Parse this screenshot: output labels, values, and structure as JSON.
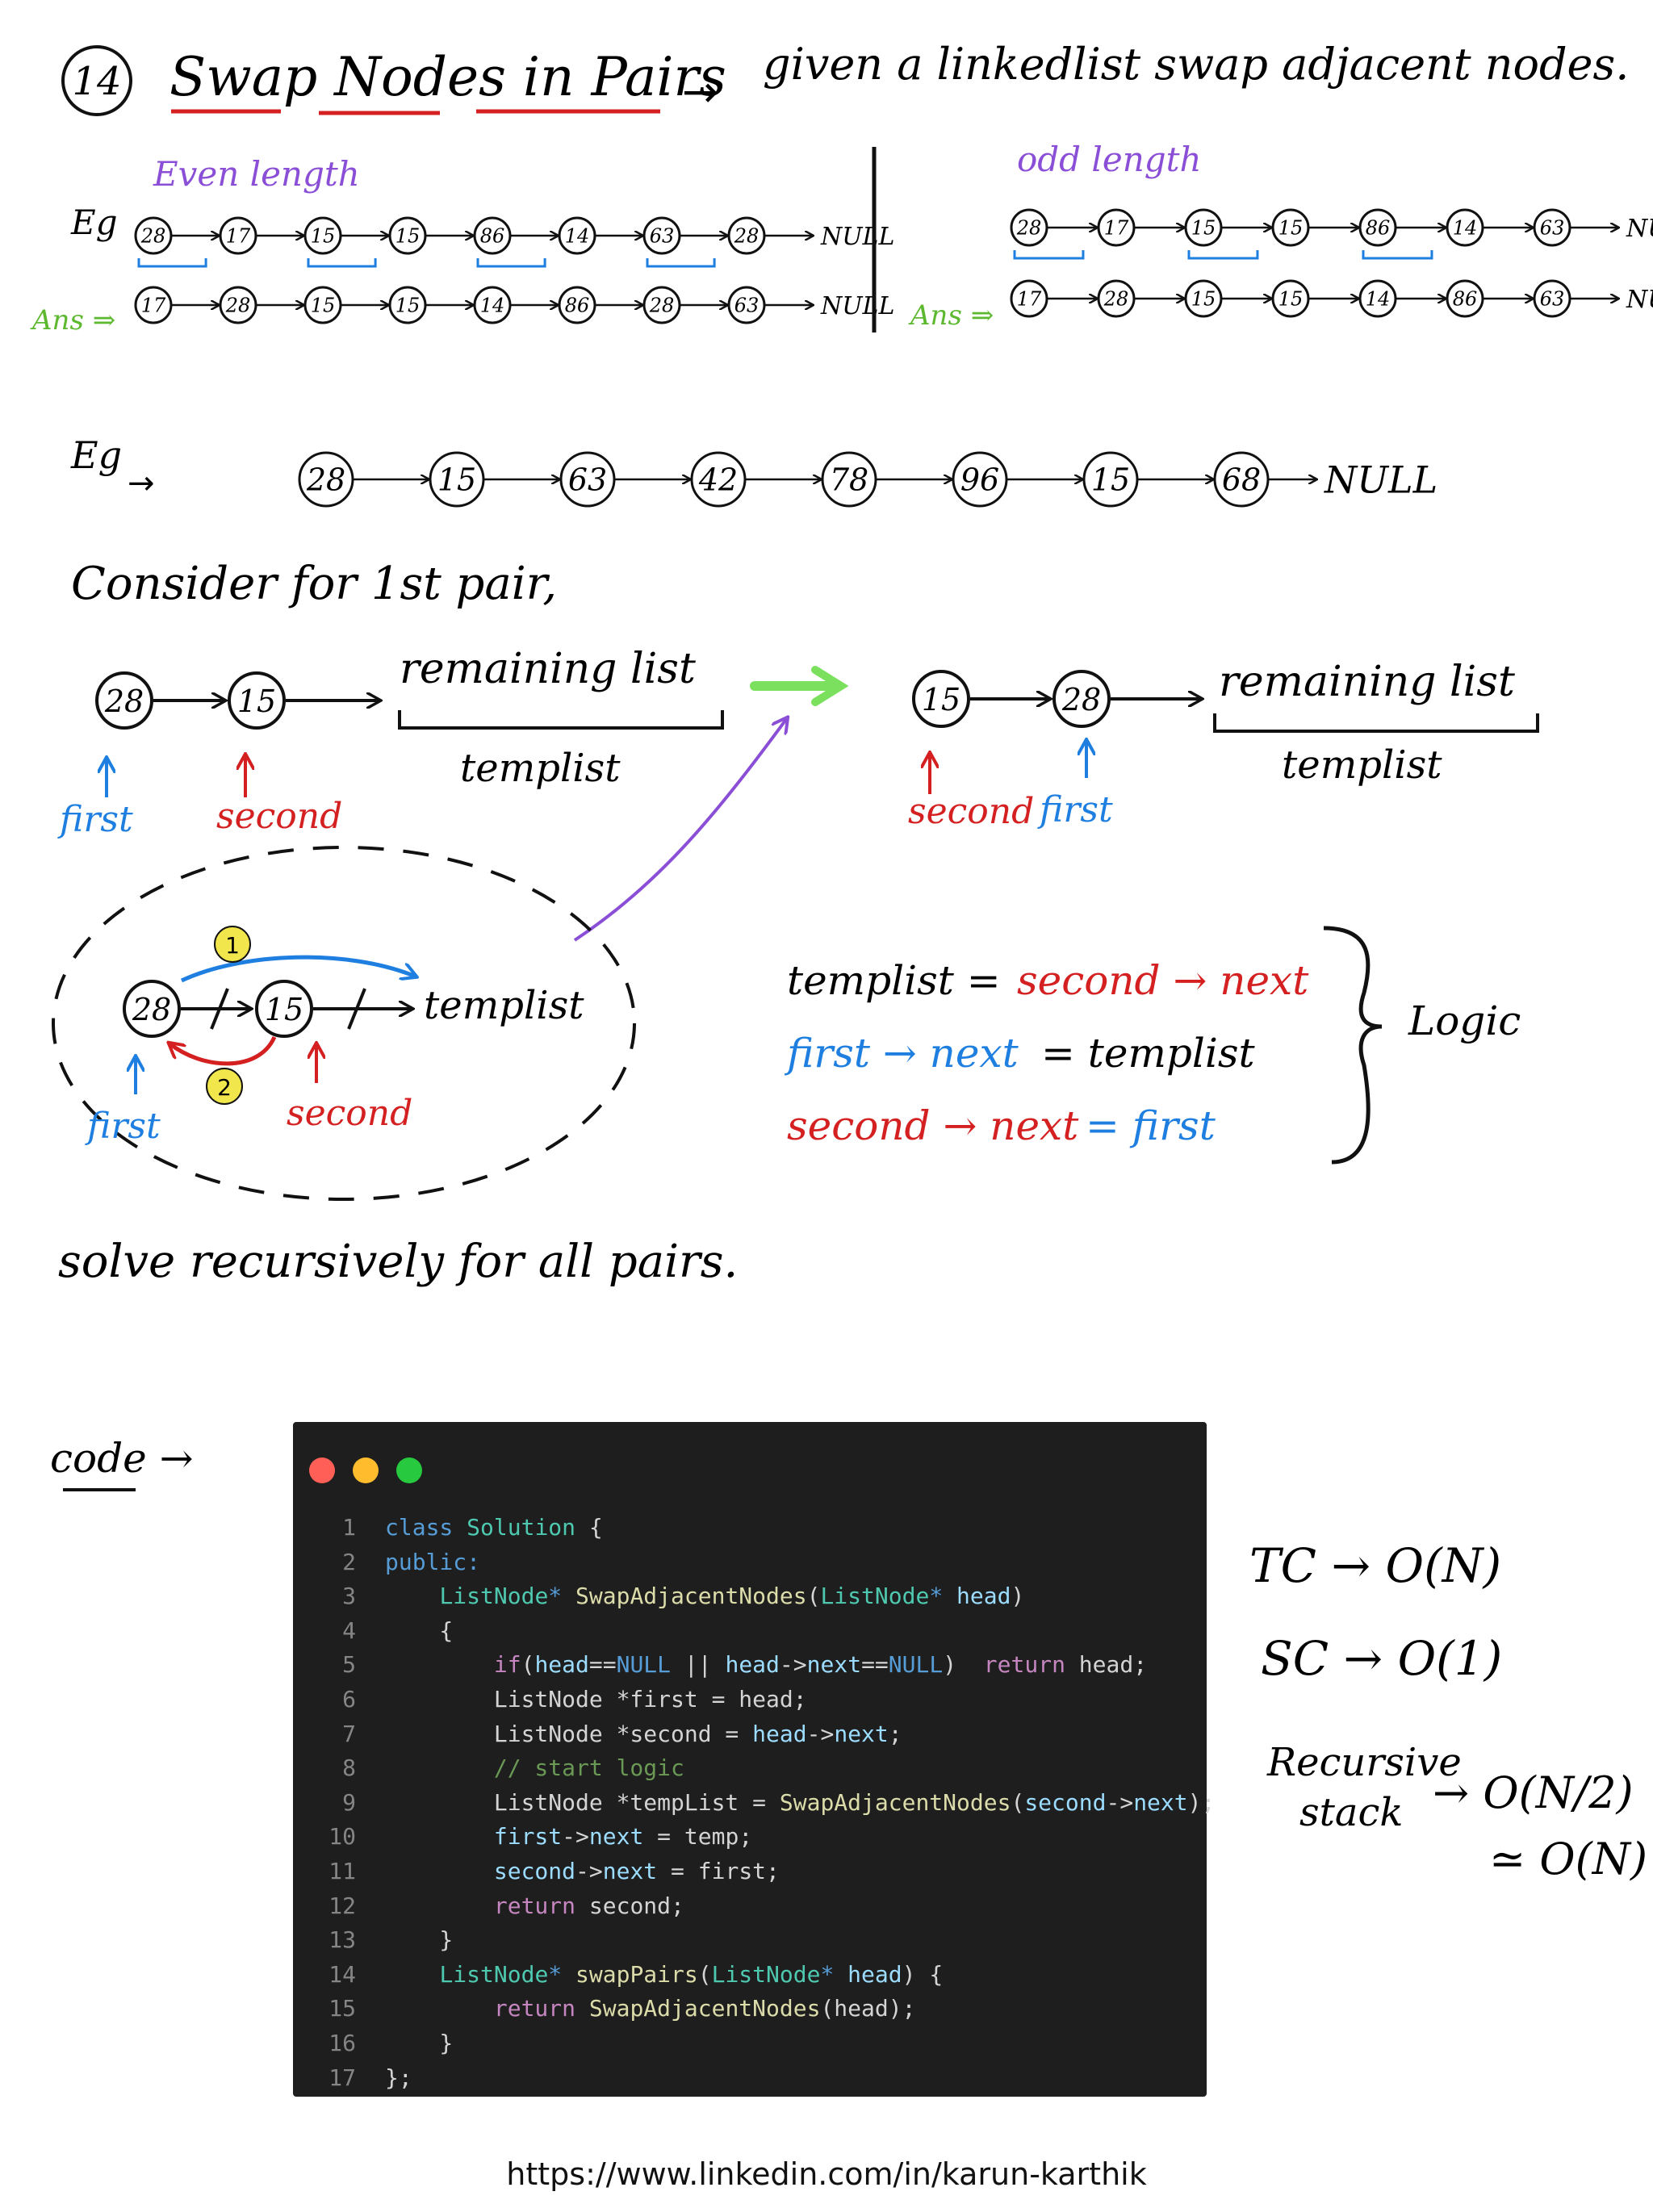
{
  "header": {
    "number": "14",
    "title": "Swap Nodes in Pairs",
    "arrow": "→",
    "description": "given a linkedlist swap adjacent nodes."
  },
  "even_example": {
    "label": "Even length",
    "eg": "Eg",
    "ans_label": "Ans ⇒",
    "input": [
      "28",
      "17",
      "15",
      "15",
      "86",
      "14",
      "63",
      "28"
    ],
    "output": [
      "17",
      "28",
      "15",
      "15",
      "14",
      "86",
      "28",
      "63"
    ],
    "null_label": "NULL"
  },
  "odd_example": {
    "label": "odd length",
    "ans_label": "Ans ⇒",
    "input": [
      "28",
      "17",
      "15",
      "15",
      "86",
      "14",
      "63"
    ],
    "output": [
      "17",
      "28",
      "15",
      "15",
      "14",
      "86",
      "63"
    ],
    "null_label": "NULL"
  },
  "example2": {
    "eg": "Eg",
    "nodes": [
      "28",
      "15",
      "63",
      "42",
      "78",
      "96",
      "15",
      "68"
    ],
    "null_label": "NULL"
  },
  "consider": "Consider for 1st pair,",
  "pair_before": {
    "nodes": [
      "28",
      "15"
    ],
    "remaining": "remaining list",
    "templist": "templist",
    "first": "first",
    "second": "second"
  },
  "pair_after": {
    "nodes": [
      "15",
      "28"
    ],
    "remaining": "remaining list",
    "templist": "templist",
    "first": "first",
    "second": "second"
  },
  "detail": {
    "nodes": [
      "28",
      "15"
    ],
    "templist": "templist",
    "step1": "1",
    "step2": "2",
    "first": "first",
    "second": "second"
  },
  "logic": {
    "line1": {
      "a": "templist =",
      "b": "second → next"
    },
    "line2": {
      "a": "first → next",
      "b": "= templist"
    },
    "line3": {
      "a": "second → next",
      "b": "= first"
    },
    "label": "Logic"
  },
  "solve": "solve recursively for all pairs.",
  "code_label": "code →",
  "complexity": {
    "tc": "TC → O(N)",
    "sc": "SC → O(1)",
    "rec1": "Recursive",
    "rec2": "stack",
    "rec_val": "→ O(N/2)",
    "approx": "≃ O(N)"
  },
  "code_lines": [
    {
      "n": "1",
      "t": [
        [
          "kw",
          "class "
        ],
        [
          "ty",
          "Solution"
        ],
        [
          "pl",
          " {"
        ]
      ]
    },
    {
      "n": "2",
      "t": [
        [
          "kw",
          "public:"
        ]
      ]
    },
    {
      "n": "3",
      "t": [
        [
          "pl",
          "    "
        ],
        [
          "ty",
          "ListNode"
        ],
        [
          "kw",
          "* "
        ],
        [
          "fn",
          "SwapAdjacentNodes"
        ],
        [
          "pl",
          "("
        ],
        [
          "ty",
          "ListNode"
        ],
        [
          "kw",
          "* "
        ],
        [
          "vr",
          "head"
        ],
        [
          "pl",
          ")"
        ]
      ]
    },
    {
      "n": "4",
      "t": [
        [
          "pl",
          "    {"
        ]
      ]
    },
    {
      "n": "5",
      "t": [
        [
          "pl",
          "        "
        ],
        [
          "pk",
          "if"
        ],
        [
          "pl",
          "("
        ],
        [
          "vr",
          "head"
        ],
        [
          "pl",
          "=="
        ],
        [
          "kw",
          "NULL"
        ],
        [
          "pl",
          " || "
        ],
        [
          "vr",
          "head"
        ],
        [
          "pl",
          "->"
        ],
        [
          "vr",
          "next"
        ],
        [
          "pl",
          "=="
        ],
        [
          "kw",
          "NULL"
        ],
        [
          "pl",
          ")  "
        ],
        [
          "pk",
          "return"
        ],
        [
          "pl",
          " head;"
        ]
      ]
    },
    {
      "n": "6",
      "t": [
        [
          "pl",
          "        ListNode *first = head;"
        ]
      ]
    },
    {
      "n": "7",
      "t": [
        [
          "pl",
          "        ListNode *second = "
        ],
        [
          "vr",
          "head"
        ],
        [
          "pl",
          "->"
        ],
        [
          "vr",
          "next"
        ],
        [
          "pl",
          ";"
        ]
      ]
    },
    {
      "n": "8",
      "t": [
        [
          "cm",
          "        // start logic"
        ]
      ]
    },
    {
      "n": "9",
      "t": [
        [
          "pl",
          "        ListNode *tempList = "
        ],
        [
          "fn",
          "SwapAdjacentNodes"
        ],
        [
          "pl",
          "("
        ],
        [
          "vr",
          "second"
        ],
        [
          "pl",
          "->"
        ],
        [
          "vr",
          "next"
        ],
        [
          "pl",
          ");"
        ]
      ]
    },
    {
      "n": "10",
      "t": [
        [
          "pl",
          "        "
        ],
        [
          "vr",
          "first"
        ],
        [
          "pl",
          "->"
        ],
        [
          "vr",
          "next"
        ],
        [
          "pl",
          " = temp;"
        ]
      ]
    },
    {
      "n": "11",
      "t": [
        [
          "pl",
          "        "
        ],
        [
          "vr",
          "second"
        ],
        [
          "pl",
          "->"
        ],
        [
          "vr",
          "next"
        ],
        [
          "pl",
          " = first;"
        ]
      ]
    },
    {
      "n": "12",
      "t": [
        [
          "pl",
          "        "
        ],
        [
          "pk",
          "return"
        ],
        [
          "pl",
          " second;"
        ]
      ]
    },
    {
      "n": "13",
      "t": [
        [
          "pl",
          "    }"
        ]
      ]
    },
    {
      "n": "14",
      "t": [
        [
          "pl",
          "    "
        ],
        [
          "ty",
          "ListNode"
        ],
        [
          "kw",
          "* "
        ],
        [
          "fn",
          "swapPairs"
        ],
        [
          "pl",
          "("
        ],
        [
          "ty",
          "ListNode"
        ],
        [
          "kw",
          "* "
        ],
        [
          "vr",
          "head"
        ],
        [
          "pl",
          ") {"
        ]
      ]
    },
    {
      "n": "15",
      "t": [
        [
          "pl",
          "        "
        ],
        [
          "pk",
          "return"
        ],
        [
          "pl",
          " "
        ],
        [
          "fn",
          "SwapAdjacentNodes"
        ],
        [
          "pl",
          "(head);"
        ]
      ]
    },
    {
      "n": "16",
      "t": [
        [
          "pl",
          "    }"
        ]
      ]
    },
    {
      "n": "17",
      "t": [
        [
          "pl",
          "};"
        ]
      ]
    }
  ],
  "footer": "https://www.linkedin.com/in/karun-karthik",
  "colors": {
    "red": "#d42020",
    "blue": "#1e7fe0",
    "purple": "#8a4fd6",
    "green": "#7be05e",
    "yellow": "#f2e64d",
    "ink": "#111111"
  }
}
